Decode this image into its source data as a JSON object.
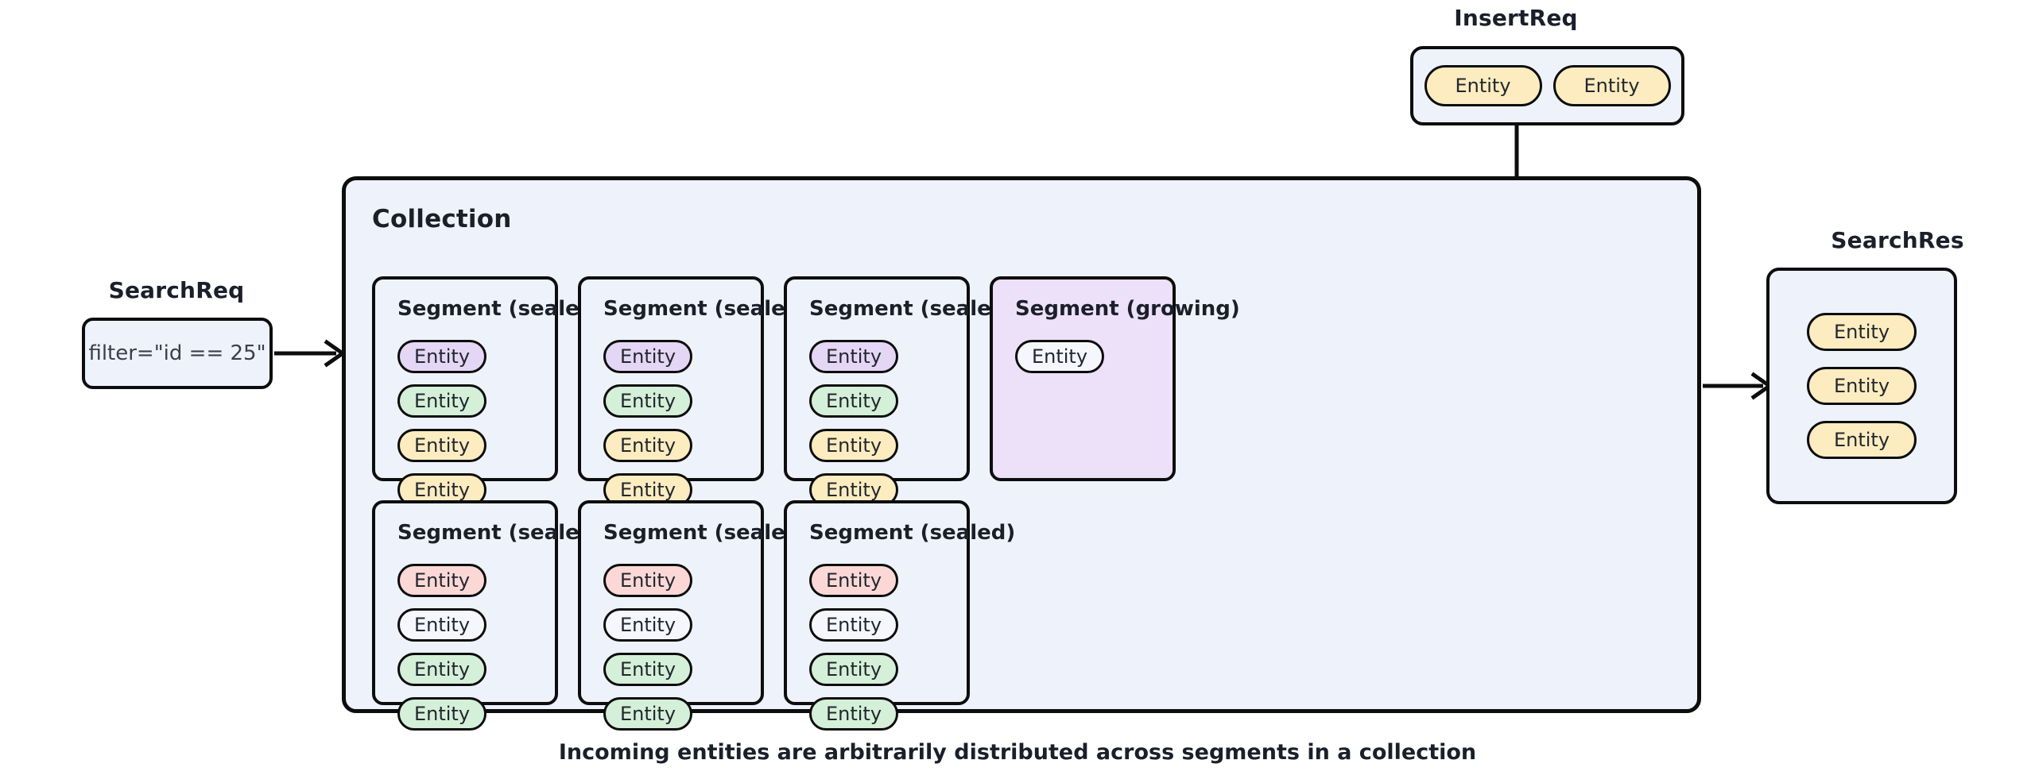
{
  "caption": "Incoming entities are arbitrarily distributed across segments in a collection",
  "colors": {
    "box_fill": "#eef2fb",
    "stroke": "#0d0d0d",
    "growing_fill": "#ece1f8",
    "entity_purple": "#e4d6f5",
    "entity_green": "#d4f0d8",
    "entity_yellow": "#fcecc0",
    "entity_pink": "#fbd8d6",
    "entity_plain": "#f5f7fd"
  },
  "search_req": {
    "label": "SearchReq",
    "filter": "filter=\"id == 25\""
  },
  "insert_req": {
    "label": "InsertReq",
    "entities": [
      {
        "text": "Entity",
        "color": "entity_yellow"
      },
      {
        "text": "Entity",
        "color": "entity_yellow"
      }
    ]
  },
  "search_res": {
    "label": "SearchRes",
    "entities": [
      {
        "text": "Entity",
        "color": "entity_yellow"
      },
      {
        "text": "Entity",
        "color": "entity_yellow"
      },
      {
        "text": "Entity",
        "color": "entity_yellow"
      }
    ]
  },
  "collection": {
    "title": "Collection",
    "segments": [
      {
        "title": "Segment (sealed)",
        "state": "sealed",
        "row": 0,
        "col": 0,
        "entities": [
          {
            "text": "Entity",
            "color": "entity_purple"
          },
          {
            "text": "Entity",
            "color": "entity_green"
          },
          {
            "text": "Entity",
            "color": "entity_yellow"
          },
          {
            "text": "Entity",
            "color": "entity_yellow"
          }
        ]
      },
      {
        "title": "Segment (sealed)",
        "state": "sealed",
        "row": 0,
        "col": 1,
        "entities": [
          {
            "text": "Entity",
            "color": "entity_purple"
          },
          {
            "text": "Entity",
            "color": "entity_green"
          },
          {
            "text": "Entity",
            "color": "entity_yellow"
          },
          {
            "text": "Entity",
            "color": "entity_yellow"
          }
        ]
      },
      {
        "title": "Segment (sealed)",
        "state": "sealed",
        "row": 0,
        "col": 2,
        "entities": [
          {
            "text": "Entity",
            "color": "entity_purple"
          },
          {
            "text": "Entity",
            "color": "entity_green"
          },
          {
            "text": "Entity",
            "color": "entity_yellow"
          },
          {
            "text": "Entity",
            "color": "entity_yellow"
          }
        ]
      },
      {
        "title": "Segment (growing)",
        "state": "growing",
        "row": 0,
        "col": 3,
        "entities": [
          {
            "text": "Entity",
            "color": "entity_plain"
          }
        ]
      },
      {
        "title": "Segment (sealed)",
        "state": "sealed",
        "row": 1,
        "col": 0,
        "entities": [
          {
            "text": "Entity",
            "color": "entity_pink"
          },
          {
            "text": "Entity",
            "color": "entity_plain"
          },
          {
            "text": "Entity",
            "color": "entity_green"
          },
          {
            "text": "Entity",
            "color": "entity_green"
          }
        ]
      },
      {
        "title": "Segment (sealed)",
        "state": "sealed",
        "row": 1,
        "col": 1,
        "entities": [
          {
            "text": "Entity",
            "color": "entity_pink"
          },
          {
            "text": "Entity",
            "color": "entity_plain"
          },
          {
            "text": "Entity",
            "color": "entity_green"
          },
          {
            "text": "Entity",
            "color": "entity_green"
          }
        ]
      },
      {
        "title": "Segment (sealed)",
        "state": "sealed",
        "row": 1,
        "col": 2,
        "entities": [
          {
            "text": "Entity",
            "color": "entity_pink"
          },
          {
            "text": "Entity",
            "color": "entity_plain"
          },
          {
            "text": "Entity",
            "color": "entity_green"
          },
          {
            "text": "Entity",
            "color": "entity_green"
          }
        ]
      }
    ]
  }
}
